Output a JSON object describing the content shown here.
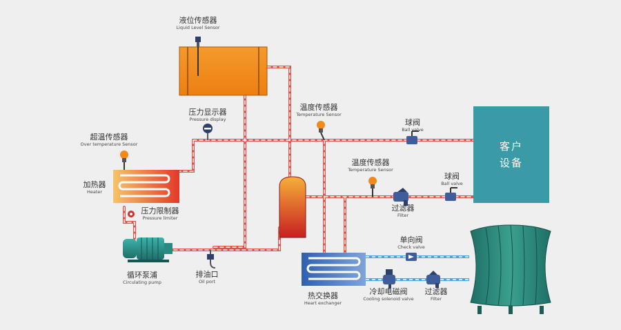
{
  "labels": {
    "liquid_level_sensor": {
      "zh": "液位传感器",
      "en": "Liquid Level Sensor"
    },
    "pressure_display": {
      "zh": "压力显示器",
      "en": "Pressure display"
    },
    "over_temp_sensor": {
      "zh": "超温传感器",
      "en": "Over temperature Sensor"
    },
    "temp_sensor_1": {
      "zh": "温度传感器",
      "en": "Temperature Sensor"
    },
    "temp_sensor_2": {
      "zh": "温度传感器",
      "en": "Temperature Sensor"
    },
    "ball_valve_1": {
      "zh": "球阀",
      "en": "Ball valve"
    },
    "ball_valve_2": {
      "zh": "球阀",
      "en": "Ball valve"
    },
    "filter_1": {
      "zh": "过滤器",
      "en": "Filter"
    },
    "filter_2": {
      "zh": "过滤器",
      "en": "Filter"
    },
    "heater": {
      "zh": "加热器",
      "en": "Heater"
    },
    "pressure_limiter": {
      "zh": "压力限制器",
      "en": "Pressure limiter"
    },
    "circulating_pump": {
      "zh": "循环泵浦",
      "en": "Circulating pump"
    },
    "oil_port": {
      "zh": "排油口",
      "en": "Oil port"
    },
    "heat_exchanger": {
      "zh": "热交换器",
      "en": "Heart exchanger"
    },
    "check_valve": {
      "zh": "单向阀",
      "en": "Check valve"
    },
    "cooling_solenoid_valve": {
      "zh": "冷却电磁阀",
      "en": "Cooling solenoid valve"
    }
  },
  "customer_equipment": {
    "line1": "客户",
    "line2": "设备"
  },
  "colors": {
    "background": "#efefef",
    "oil_pipe": "#e0524a",
    "water_pipe": "#4aa3e0",
    "tank": "#f28a1b",
    "customer": "#3a9aa5",
    "cooling_tower": "#2f8a7a",
    "heat_exchanger": "#4a6fb5",
    "valve": "#3f5d9a"
  }
}
